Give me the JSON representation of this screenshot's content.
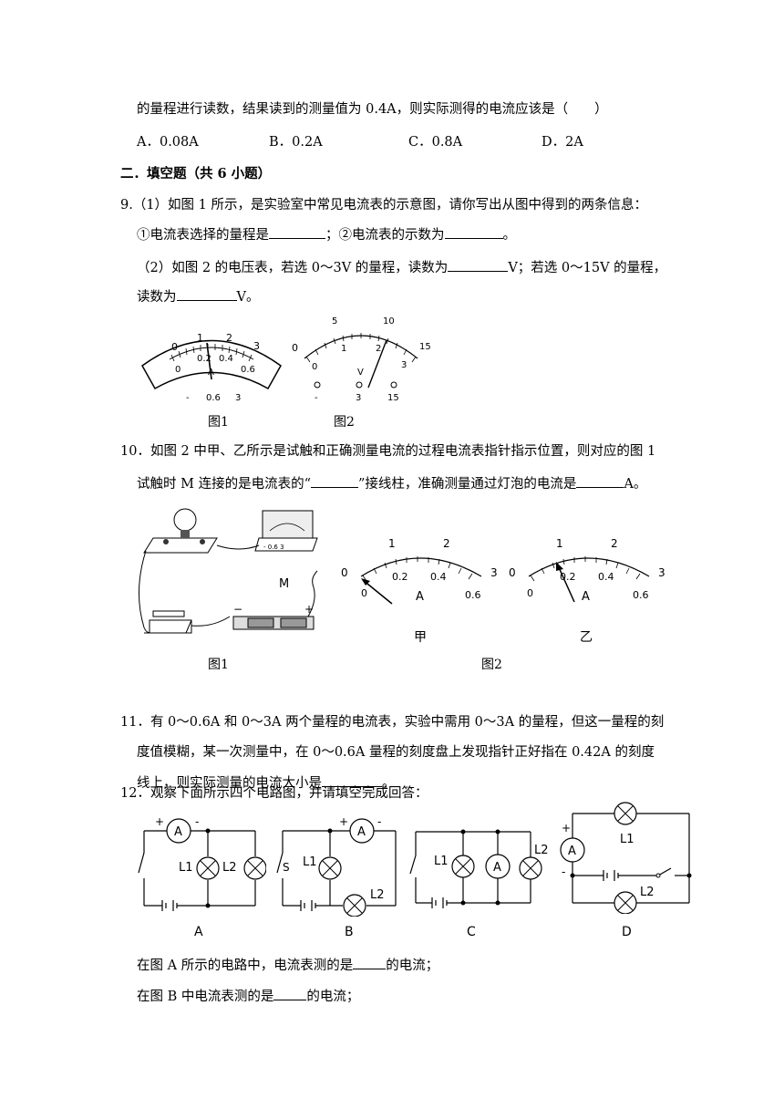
{
  "q8": {
    "line": "的量程进行读数，结果读到的测量值为 0.4A，则实际测得的电流应该是（　　）",
    "options": [
      "A．0.08A",
      "B．0.2A",
      "C．0.8A",
      "D．2A"
    ]
  },
  "section2_title": "二．填空题（共 6 小题）",
  "q9": {
    "line1": "9.（1）如图 1 所示，是实验室中常见电流表的示意图，请你写出从图中得到的两条信息：",
    "line2a": "①电流表选择的量程是",
    "line2b": "；②电流表的示数为",
    "line2c": "。",
    "line3a": "（2）如图 2 的电压表，若选 0～3V 的量程，读数为",
    "line3b": "V；若选 0～15V 的量程，",
    "line4a": "读数为",
    "line4b": "V。",
    "fig1_caption": "图1",
    "fig2_caption": "图2",
    "ammeter": {
      "top": [
        "0",
        "1",
        "2",
        "3"
      ],
      "bottom": [
        "0",
        "0.2",
        "0.4",
        "0.6"
      ],
      "unit": "A",
      "terminals": [
        "-",
        "0.6",
        "3"
      ]
    },
    "voltmeter": {
      "top": [
        "0",
        "5",
        "10",
        "15"
      ],
      "bottom": [
        "0",
        "1",
        "2",
        "3"
      ],
      "unit": "V",
      "terminals": [
        "-",
        "3",
        "15"
      ]
    }
  },
  "q10": {
    "line1": "10．如图 2 中甲、乙所示是试触和正确测量电流的过程电流表指针指示位置，则对应的图 1",
    "line2a": "试触时 M 连接的是电流表的“",
    "line2b": "”接线柱，准确测量通过灯泡的电流是",
    "line2c": "A。",
    "label_M": "M",
    "plus": "+",
    "minus": "−",
    "meter_terminals": "- 0.6 3",
    "fig1_caption": "图1",
    "fig2_caption": "图2",
    "jia": "甲",
    "yi": "乙",
    "scale_top": [
      "0",
      "1",
      "2",
      "3"
    ],
    "scale_bottom": [
      "0",
      "0.2",
      "0.4",
      "0.6"
    ],
    "unit": "A"
  },
  "q11": {
    "line1": "11．有 0～0.6A 和 0～3A 两个量程的电流表，实验中需用 0～3A 的量程，但这一量程的刻",
    "line2": "度值模糊，某一次测量中，在 0～0.6A 量程的刻度盘上发现指针正好指在 0.42A 的刻度",
    "line3a": "线上，则实际测量的电流大小是",
    "line3b": "。"
  },
  "q12": {
    "line1": "12．观察下面所示四个电路图，并请填空完成回答：",
    "labels": [
      "A",
      "B",
      "C",
      "D"
    ],
    "ammeter": "A",
    "L1": "L1",
    "L2": "L2",
    "S": "S",
    "ans1a": "在图 A 所示的电路中，电流表测的是",
    "ans1b": "的电流；",
    "ans2a": "在图 B 中电流表测的是",
    "ans2b": "的电流；"
  }
}
